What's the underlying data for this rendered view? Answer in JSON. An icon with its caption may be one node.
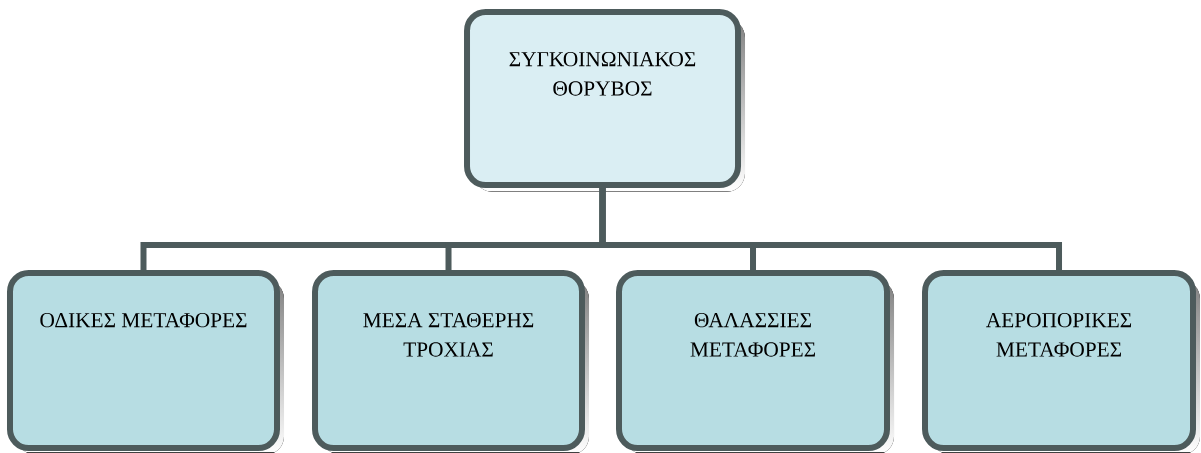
{
  "diagram": {
    "nodes": [
      {
        "text": [
          "ΣΥΓΚΟΙΝΩΝΙΑΚΟΣ ΘΟΡΥΒΟΣ"
        ]
      },
      {
        "text": [
          "ΟΔΙΚΕΣ ΜΕΤΑΦΟΡΕΣ"
        ]
      },
      {
        "text": [
          "ΜΕΣΑ ΣΤΑΘΕΡΗΣ ΤΡΟΧΙΑΣ"
        ]
      },
      {
        "text": [
          "ΘΑΛΑΣΣΙΕΣ ΜΕΤΑΦΟΡΕΣ"
        ]
      },
      {
        "text": [
          "ΑΕΡΟΠΟΡΙΚΕΣ ΜΕΤΑΦΟΡΕΣ"
        ]
      }
    ],
    "edges": [
      {
        "from": 0,
        "to": 1,
        "arrow": "none"
      },
      {
        "from": 0,
        "to": 2,
        "arrow": "none"
      },
      {
        "from": 0,
        "to": 3,
        "arrow": "none"
      },
      {
        "from": 0,
        "to": 4,
        "arrow": "none"
      }
    ]
  }
}
